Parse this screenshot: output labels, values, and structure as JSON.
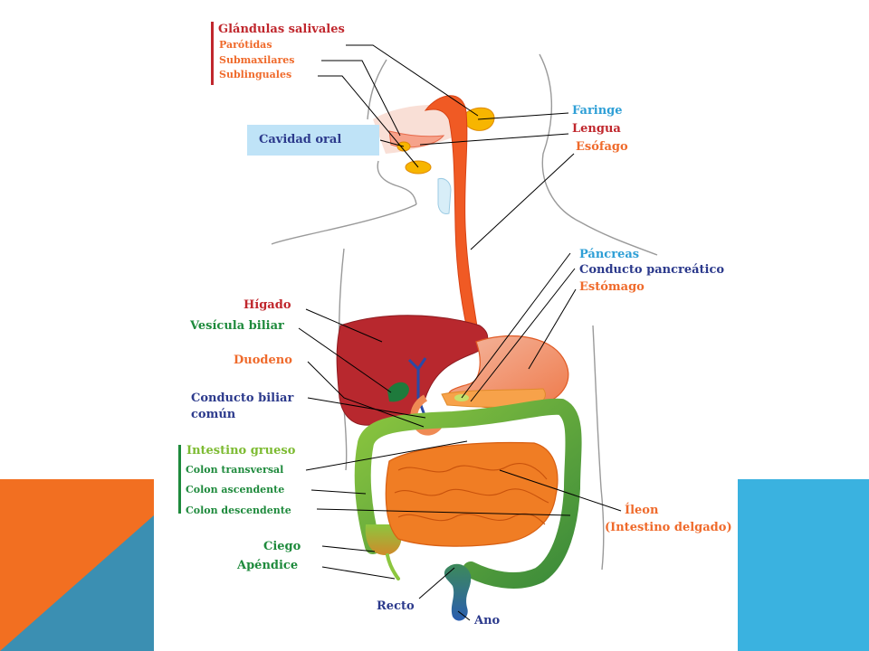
{
  "colors": {
    "orange_panel": "#f26f21",
    "blue_panel": "#3ab2e0",
    "teal_panel": "#3b8fb2",
    "cavity_box": "#bfe3f7",
    "esophagus": "#f05a24",
    "liver": "#b8282e",
    "large_intestine": "#6aa840",
    "small_intestine": "#f07d24",
    "gland": "#f7b500",
    "bile_duct": "#2a4aa6"
  },
  "labels": {
    "glandulas": "Glándulas salivales",
    "parotidas": "Parótidas",
    "submaxilares": "Submaxilares",
    "sublinguales": "Sublinguales",
    "cavidad_oral": "Cavidad oral",
    "faringe": "Faringe",
    "lengua": "Lengua",
    "esofago": "Esófago",
    "pancreas": "Páncreas",
    "conducto_pancreatico": "Conducto pancreático",
    "estomago": "Estómago",
    "higado": "Hígado",
    "vesicula": "Vesícula biliar",
    "duodeno": "Duodeno",
    "conducto_biliar_1": "Conducto biliar",
    "conducto_biliar_2": "común",
    "intestino_grueso": "Intestino grueso",
    "colon_transversal": "Colon transversal",
    "colon_ascendente": "Colon ascendente",
    "colon_descendente": "Colon descendente",
    "ileon": "Íleon",
    "intestino_delgado": "(Intestino delgado)",
    "ciego": "Ciego",
    "apendice": "Apéndice",
    "recto": "Recto",
    "ano": "Ano"
  }
}
